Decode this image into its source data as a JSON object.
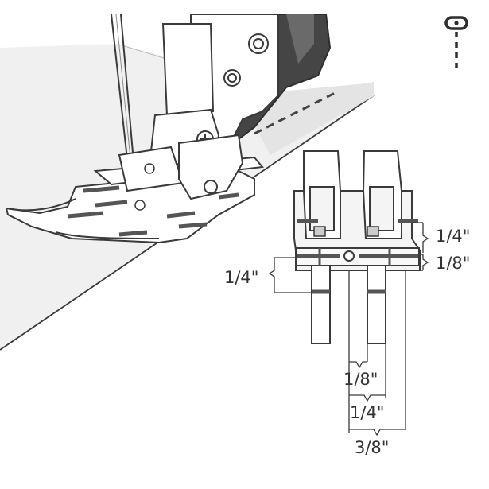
{
  "labels": {
    "right_upper": "1/4\"",
    "right_lower": "1/8\"",
    "left_upper": "1/4\"",
    "bottom_1": "1/8\"",
    "bottom_2": "1/4\"",
    "bottom_3": "3/8\""
  },
  "icons": {
    "top_right": "stitch-symbol-icon"
  },
  "colors": {
    "outline": "#3a3a3a",
    "fabric": "#eeeeee",
    "metal_dark": "#4a4a4a",
    "guide_mark": "#555555"
  }
}
